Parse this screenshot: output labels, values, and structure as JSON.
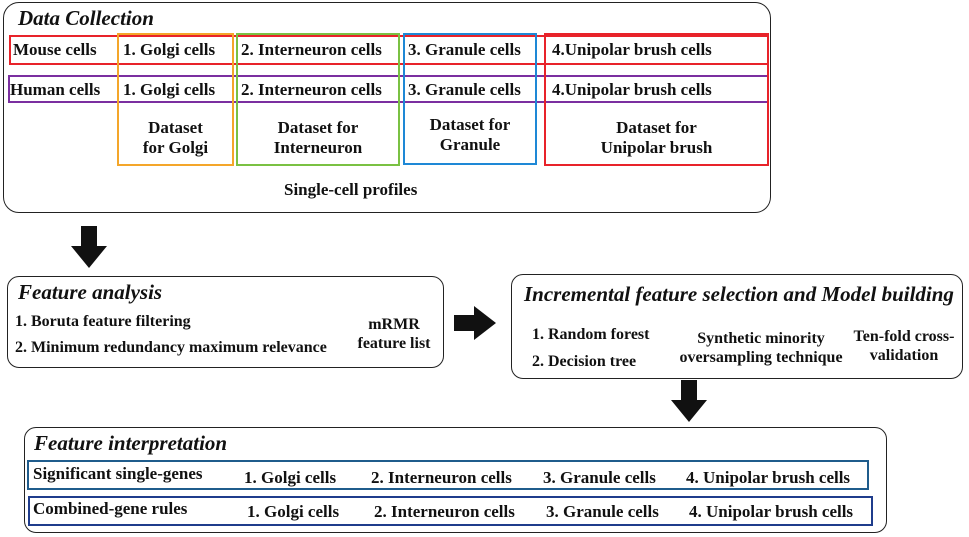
{
  "data_collection": {
    "title": "Data Collection",
    "mouse_label": "Mouse cells",
    "human_label": "Human cells",
    "cells": [
      "1. Golgi cells",
      "2. Interneuron cells",
      "3. Granule cells",
      "4.Unipolar brush cells"
    ],
    "datasets": [
      [
        "Dataset",
        "for Golgi"
      ],
      [
        "Dataset for",
        "Interneuron"
      ],
      [
        "Dataset for",
        "Granule"
      ],
      [
        "Dataset for",
        "Unipolar brush"
      ]
    ],
    "footer": "Single-cell profiles"
  },
  "feature_analysis": {
    "title": "Feature analysis",
    "steps": [
      "1. Boruta feature filtering",
      "2. Minimum redundancy maximum relevance"
    ],
    "output": [
      "mRMR",
      "feature list"
    ]
  },
  "ifs": {
    "title": "Incremental feature selection and Model building",
    "models": [
      "1. Random forest",
      "2. Decision tree"
    ],
    "smote": [
      "Synthetic minority",
      "oversampling technique"
    ],
    "cv": [
      "Ten-fold cross-",
      "validation"
    ]
  },
  "interpretation": {
    "title": "Feature interpretation",
    "rows": [
      {
        "label": "Significant single-genes",
        "cells": [
          "1. Golgi cells",
          "2. Interneuron cells",
          "3. Granule cells",
          "4. Unipolar brush cells"
        ]
      },
      {
        "label": "Combined-gene rules",
        "cells": [
          "1. Golgi cells",
          "2. Interneuron cells",
          "3. Granule cells",
          "4. Unipolar brush cells"
        ]
      }
    ]
  },
  "colors": {
    "golgi": "#f4a62a",
    "interneuron": "#7ac143",
    "granule": "#1e88d6",
    "unipolar": "#e8232a",
    "mouse_row": "#e8232a",
    "human_row": "#7b2fa0",
    "interp_row_1": "#1f5c8c",
    "interp_row_2": "#1f3c8c",
    "arrow": "#111111"
  },
  "icons": [
    "arrow-down-icon",
    "arrow-right-icon",
    "arrow-down-icon"
  ]
}
